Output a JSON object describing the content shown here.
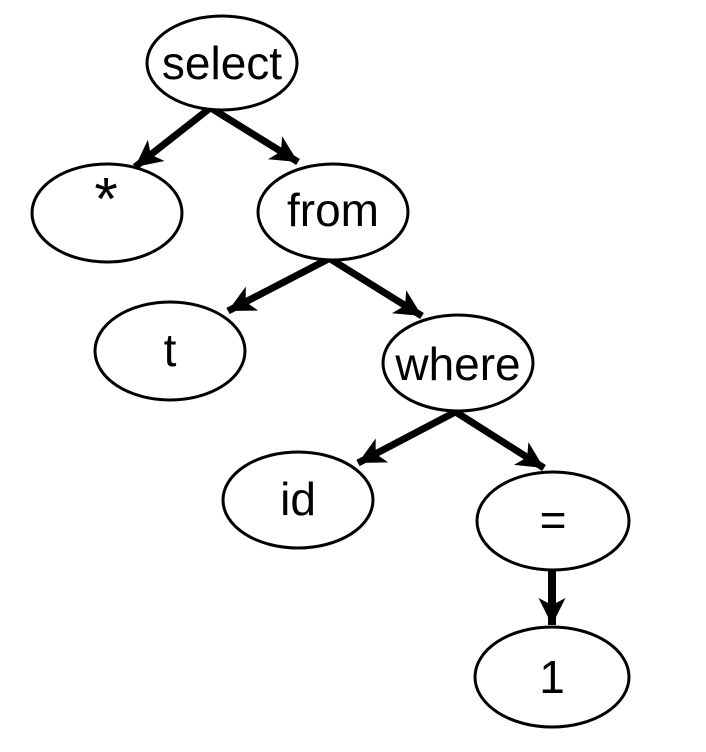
{
  "diagram": {
    "type": "tree",
    "nodes": [
      {
        "id": "select",
        "label": "select"
      },
      {
        "id": "star",
        "label": "*"
      },
      {
        "id": "from",
        "label": "from"
      },
      {
        "id": "t",
        "label": "t"
      },
      {
        "id": "where",
        "label": "where"
      },
      {
        "id": "id",
        "label": "id"
      },
      {
        "id": "eq",
        "label": "="
      },
      {
        "id": "one",
        "label": "1"
      }
    ],
    "edges": [
      {
        "from": "select",
        "to": "star"
      },
      {
        "from": "select",
        "to": "from"
      },
      {
        "from": "from",
        "to": "t"
      },
      {
        "from": "from",
        "to": "where"
      },
      {
        "from": "where",
        "to": "id"
      },
      {
        "from": "where",
        "to": "eq"
      },
      {
        "from": "eq",
        "to": "one"
      }
    ],
    "colors": {
      "stroke": "#000000",
      "node_fill": "#ffffff",
      "background": "#ffffff"
    }
  }
}
